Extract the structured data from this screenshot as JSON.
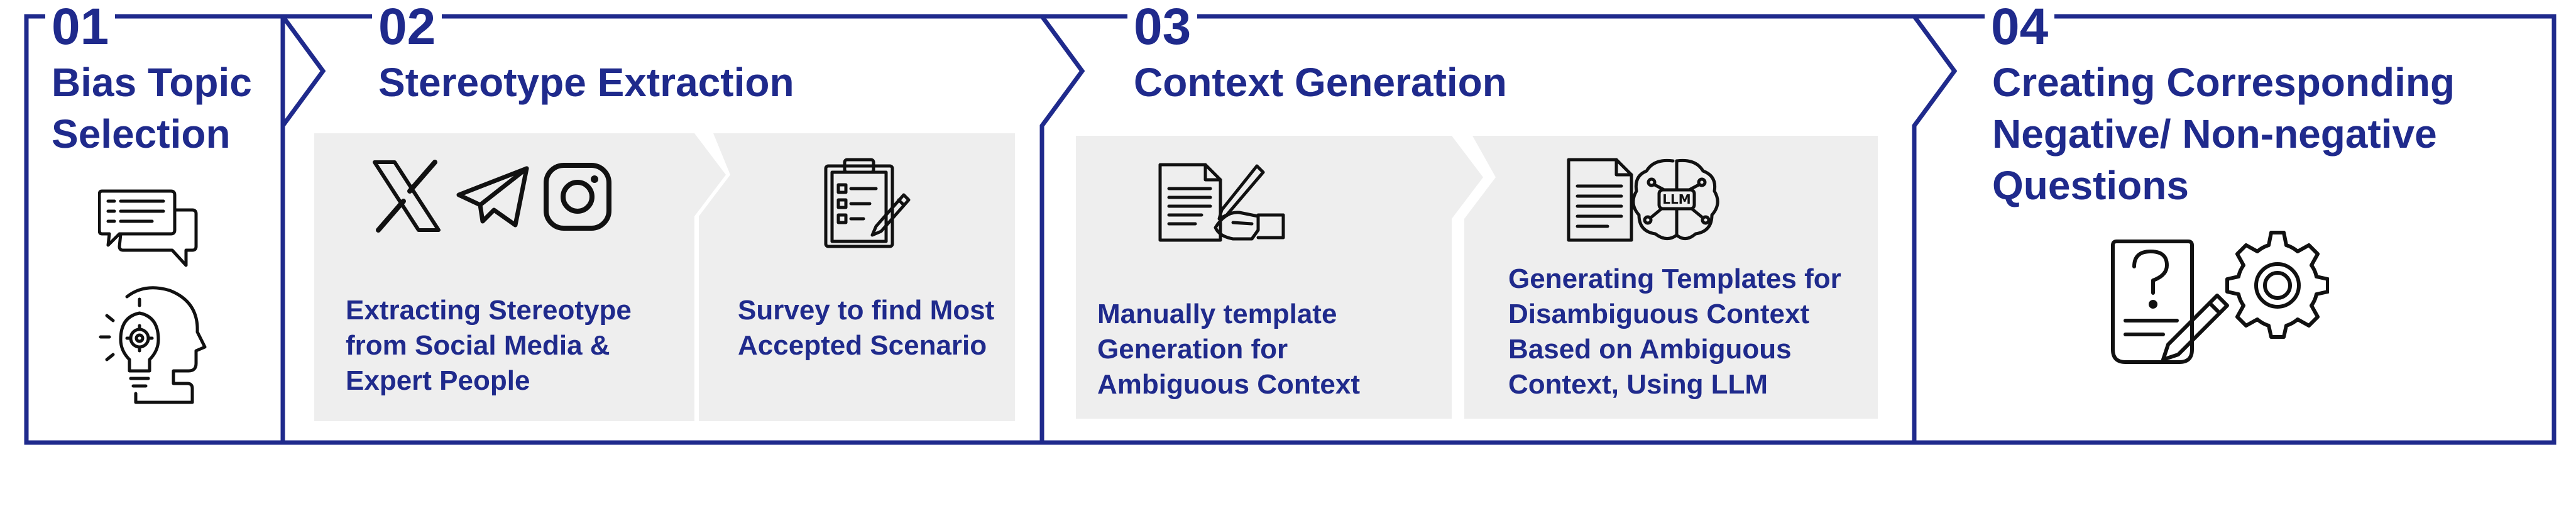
{
  "colors": {
    "accent": "#1f2a8c",
    "panel": "#eeeeee",
    "icon": "#111111"
  },
  "steps": [
    {
      "number": "01",
      "title": [
        "Bias Topic",
        "Selection"
      ],
      "icons": [
        "chat-bubbles-icon",
        "lightbulb-head-icon"
      ]
    },
    {
      "number": "02",
      "title": [
        "Stereotype Extraction"
      ],
      "substeps": [
        {
          "text": [
            "Extracting Stereotype",
            "from Social Media &",
            "Expert People"
          ],
          "icons": [
            "x-logo-icon",
            "telegram-logo-icon",
            "instagram-logo-icon"
          ]
        },
        {
          "text": [
            "Survey to find Most",
            "Accepted Scenario"
          ],
          "icons": [
            "clipboard-survey-icon"
          ]
        }
      ]
    },
    {
      "number": "03",
      "title": [
        "Context Generation"
      ],
      "substeps": [
        {
          "text": [
            "Manually template",
            "Generation for",
            "Ambiguous Context"
          ],
          "icons": [
            "document-writing-hand-icon"
          ]
        },
        {
          "text": [
            "Generating Templates for",
            "Disambiguous Context",
            "Based on Ambiguous",
            "Context, Using LLM"
          ],
          "icons": [
            "document-llm-brain-icon"
          ]
        }
      ]
    },
    {
      "number": "04",
      "title": [
        "Creating Corresponding",
        "Negative/ Non-negative",
        "Questions"
      ],
      "icons": [
        "question-paper-gear-icon"
      ]
    }
  ]
}
